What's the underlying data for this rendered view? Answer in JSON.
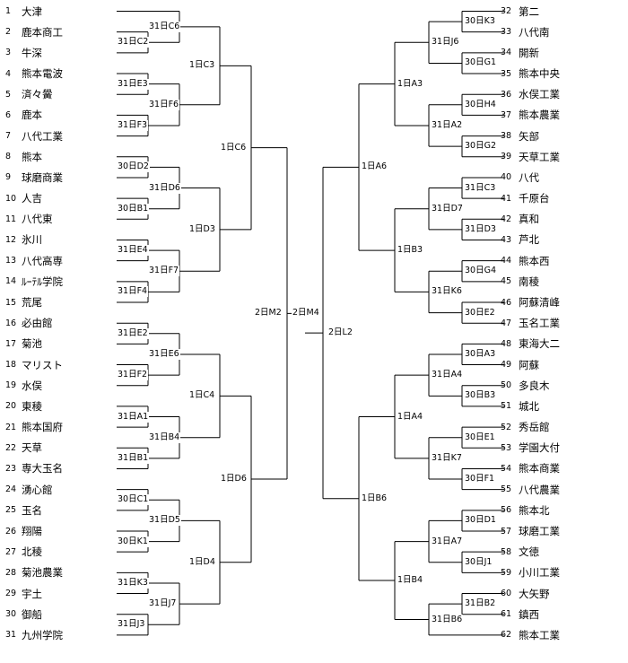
{
  "left_teams": [
    {
      "num": "1",
      "name": "大津"
    },
    {
      "num": "2",
      "name": "鹿本商工"
    },
    {
      "num": "3",
      "name": "牛深"
    },
    {
      "num": "4",
      "name": "熊本電波"
    },
    {
      "num": "5",
      "name": "済々黌"
    },
    {
      "num": "6",
      "name": "鹿本"
    },
    {
      "num": "7",
      "name": "八代工業"
    },
    {
      "num": "8",
      "name": "熊本"
    },
    {
      "num": "9",
      "name": "球磨商業"
    },
    {
      "num": "10",
      "name": "人吉"
    },
    {
      "num": "11",
      "name": "八代東"
    },
    {
      "num": "12",
      "name": "氷川"
    },
    {
      "num": "13",
      "name": "八代高専"
    },
    {
      "num": "14",
      "name": "ﾙｰﾃﾙ学院"
    },
    {
      "num": "15",
      "name": "荒尾"
    },
    {
      "num": "16",
      "name": "必由館"
    },
    {
      "num": "17",
      "name": "菊池"
    },
    {
      "num": "18",
      "name": "マリスト"
    },
    {
      "num": "19",
      "name": "水俣"
    },
    {
      "num": "20",
      "name": "東稜"
    },
    {
      "num": "21",
      "name": "熊本国府"
    },
    {
      "num": "22",
      "name": "天草"
    },
    {
      "num": "23",
      "name": "専大玉名"
    },
    {
      "num": "24",
      "name": "湧心館"
    },
    {
      "num": "25",
      "name": "玉名"
    },
    {
      "num": "26",
      "name": "翔陽"
    },
    {
      "num": "27",
      "name": "北稜"
    },
    {
      "num": "28",
      "name": "菊池農業"
    },
    {
      "num": "29",
      "name": "宇土"
    },
    {
      "num": "30",
      "name": "御船"
    },
    {
      "num": "31",
      "name": "九州学院"
    }
  ],
  "right_teams": [
    {
      "num": "32",
      "name": "第二"
    },
    {
      "num": "33",
      "name": "八代南"
    },
    {
      "num": "34",
      "name": "開新"
    },
    {
      "num": "35",
      "name": "熊本中央"
    },
    {
      "num": "36",
      "name": "水俣工業"
    },
    {
      "num": "37",
      "name": "熊本農業"
    },
    {
      "num": "38",
      "name": "矢部"
    },
    {
      "num": "39",
      "name": "天草工業"
    },
    {
      "num": "40",
      "name": "八代"
    },
    {
      "num": "41",
      "name": "千原台"
    },
    {
      "num": "42",
      "name": "真和"
    },
    {
      "num": "43",
      "name": "芦北"
    },
    {
      "num": "44",
      "name": "熊本西"
    },
    {
      "num": "45",
      "name": "南稜"
    },
    {
      "num": "46",
      "name": "阿蘇清峰"
    },
    {
      "num": "47",
      "name": "玉名工業"
    },
    {
      "num": "48",
      "name": "東海大二"
    },
    {
      "num": "49",
      "name": "阿蘇"
    },
    {
      "num": "50",
      "name": "多良木"
    },
    {
      "num": "51",
      "name": "城北"
    },
    {
      "num": "52",
      "name": "秀岳館"
    },
    {
      "num": "53",
      "name": "学園大付"
    },
    {
      "num": "54",
      "name": "熊本商業"
    },
    {
      "num": "55",
      "name": "八代農業"
    },
    {
      "num": "56",
      "name": "熊本北"
    },
    {
      "num": "57",
      "name": "球磨工業"
    },
    {
      "num": "58",
      "name": "文徳"
    },
    {
      "num": "59",
      "name": "小川工業"
    },
    {
      "num": "60",
      "name": "大矢野"
    },
    {
      "num": "61",
      "name": "鎮西"
    },
    {
      "num": "62",
      "name": "熊本工業"
    }
  ],
  "left_matches": {
    "r1": [
      "31日C6",
      "31日C2",
      "31日E3",
      "31日F6",
      "31日F3",
      "30日D2",
      "31日D6",
      "30日B1",
      "31日E4",
      "31日F7",
      "31日F4",
      "31日E2",
      "31日E6",
      "31日F2",
      "31日A1",
      "31日B4",
      "31日B1",
      "30日C1",
      "31日D5",
      "30日K1",
      "31日K3",
      "31日J7",
      "31日J3"
    ],
    "r2": [
      "1日C3",
      "1日D3",
      "1日C4",
      "1日D4"
    ],
    "r3": [
      "1日C6",
      "1日D6"
    ]
  },
  "right_matches": {
    "r1": [
      "30日K3",
      "31日J6",
      "30日G1",
      "30日H4",
      "31日A2",
      "30日G2",
      "31日C3",
      "31日D7",
      "31日D3",
      "30日G4",
      "31日K6",
      "30日E2",
      "30日A3",
      "31日A4",
      "30日B3",
      "30日E1",
      "31日K7",
      "30日F1",
      "30日D1",
      "31日A7",
      "30日J1",
      "31日B2",
      "31日B6"
    ],
    "r2": [
      "1日A3",
      "1日B3",
      "1日A4",
      "1日B4"
    ],
    "r3": [
      "1日A6",
      "1日B6"
    ]
  },
  "center": {
    "semi_left": "2日M2",
    "final": "2日M4",
    "semi_right": "2日L2"
  }
}
